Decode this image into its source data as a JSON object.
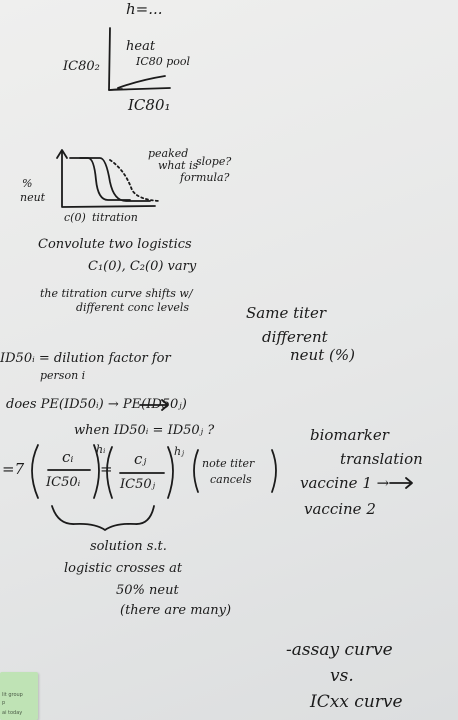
{
  "whiteboard": {
    "h_top": "h=...",
    "heat_label": "heat",
    "ic80_pool": "IC80 pool",
    "ic80_2": "IC80₂",
    "ic80_1": "IC80₁",
    "pct_label": "%",
    "neut_label": "neut",
    "peaked_note": "peaked",
    "what_is_note": "what is",
    "slope_note": "slope?",
    "formula_note": "formula?",
    "c0_label": "c(0)",
    "titration_label": "titration",
    "convolute_line1": "Convolute two logistics",
    "convolute_line2": "C₁(0), C₂(0) vary",
    "titration_line1": "the titration curve shifts w/",
    "titration_line2": "different conc levels",
    "same_titer": "Same titer",
    "different_neut_1": "different",
    "different_neut_2": "neut (%)",
    "id50_def": "ID50ᵢ = dilution factor for",
    "person_i": "person i",
    "does_line": "does PE(ID50ᵢ) → PE(ID50ⱼ)",
    "when_line": "when ID50ᵢ = ID50ⱼ  ?",
    "implies": "=7",
    "ci": "cᵢ",
    "ic50i": "IC50ᵢ",
    "hi": "hᵢ",
    "eq": "=",
    "cj": "cⱼ",
    "ic50j": "IC50ⱼ",
    "hj": "hⱼ",
    "note_titer_1": "note titer",
    "note_titer_2": "cancels",
    "biomarker": "biomarker",
    "translation": "translation",
    "vaccine1": "vaccine 1 →",
    "vaccine2": "vaccine 2",
    "solution_line1": "solution s.t.",
    "solution_line2": "logistic crosses at",
    "solution_line3": "50% neut",
    "solution_line4": "(there are many)",
    "assay_curve": "-assay curve",
    "vs": "vs.",
    "icxx_curve": "ICxx curve"
  },
  "sticky_note": {
    "line1": "lit group",
    "line2": "p",
    "line3": "ai today"
  },
  "colors": {
    "ink": "#1b1b1b",
    "board": "#e9eaea",
    "sticky": "#bfe3b5"
  }
}
